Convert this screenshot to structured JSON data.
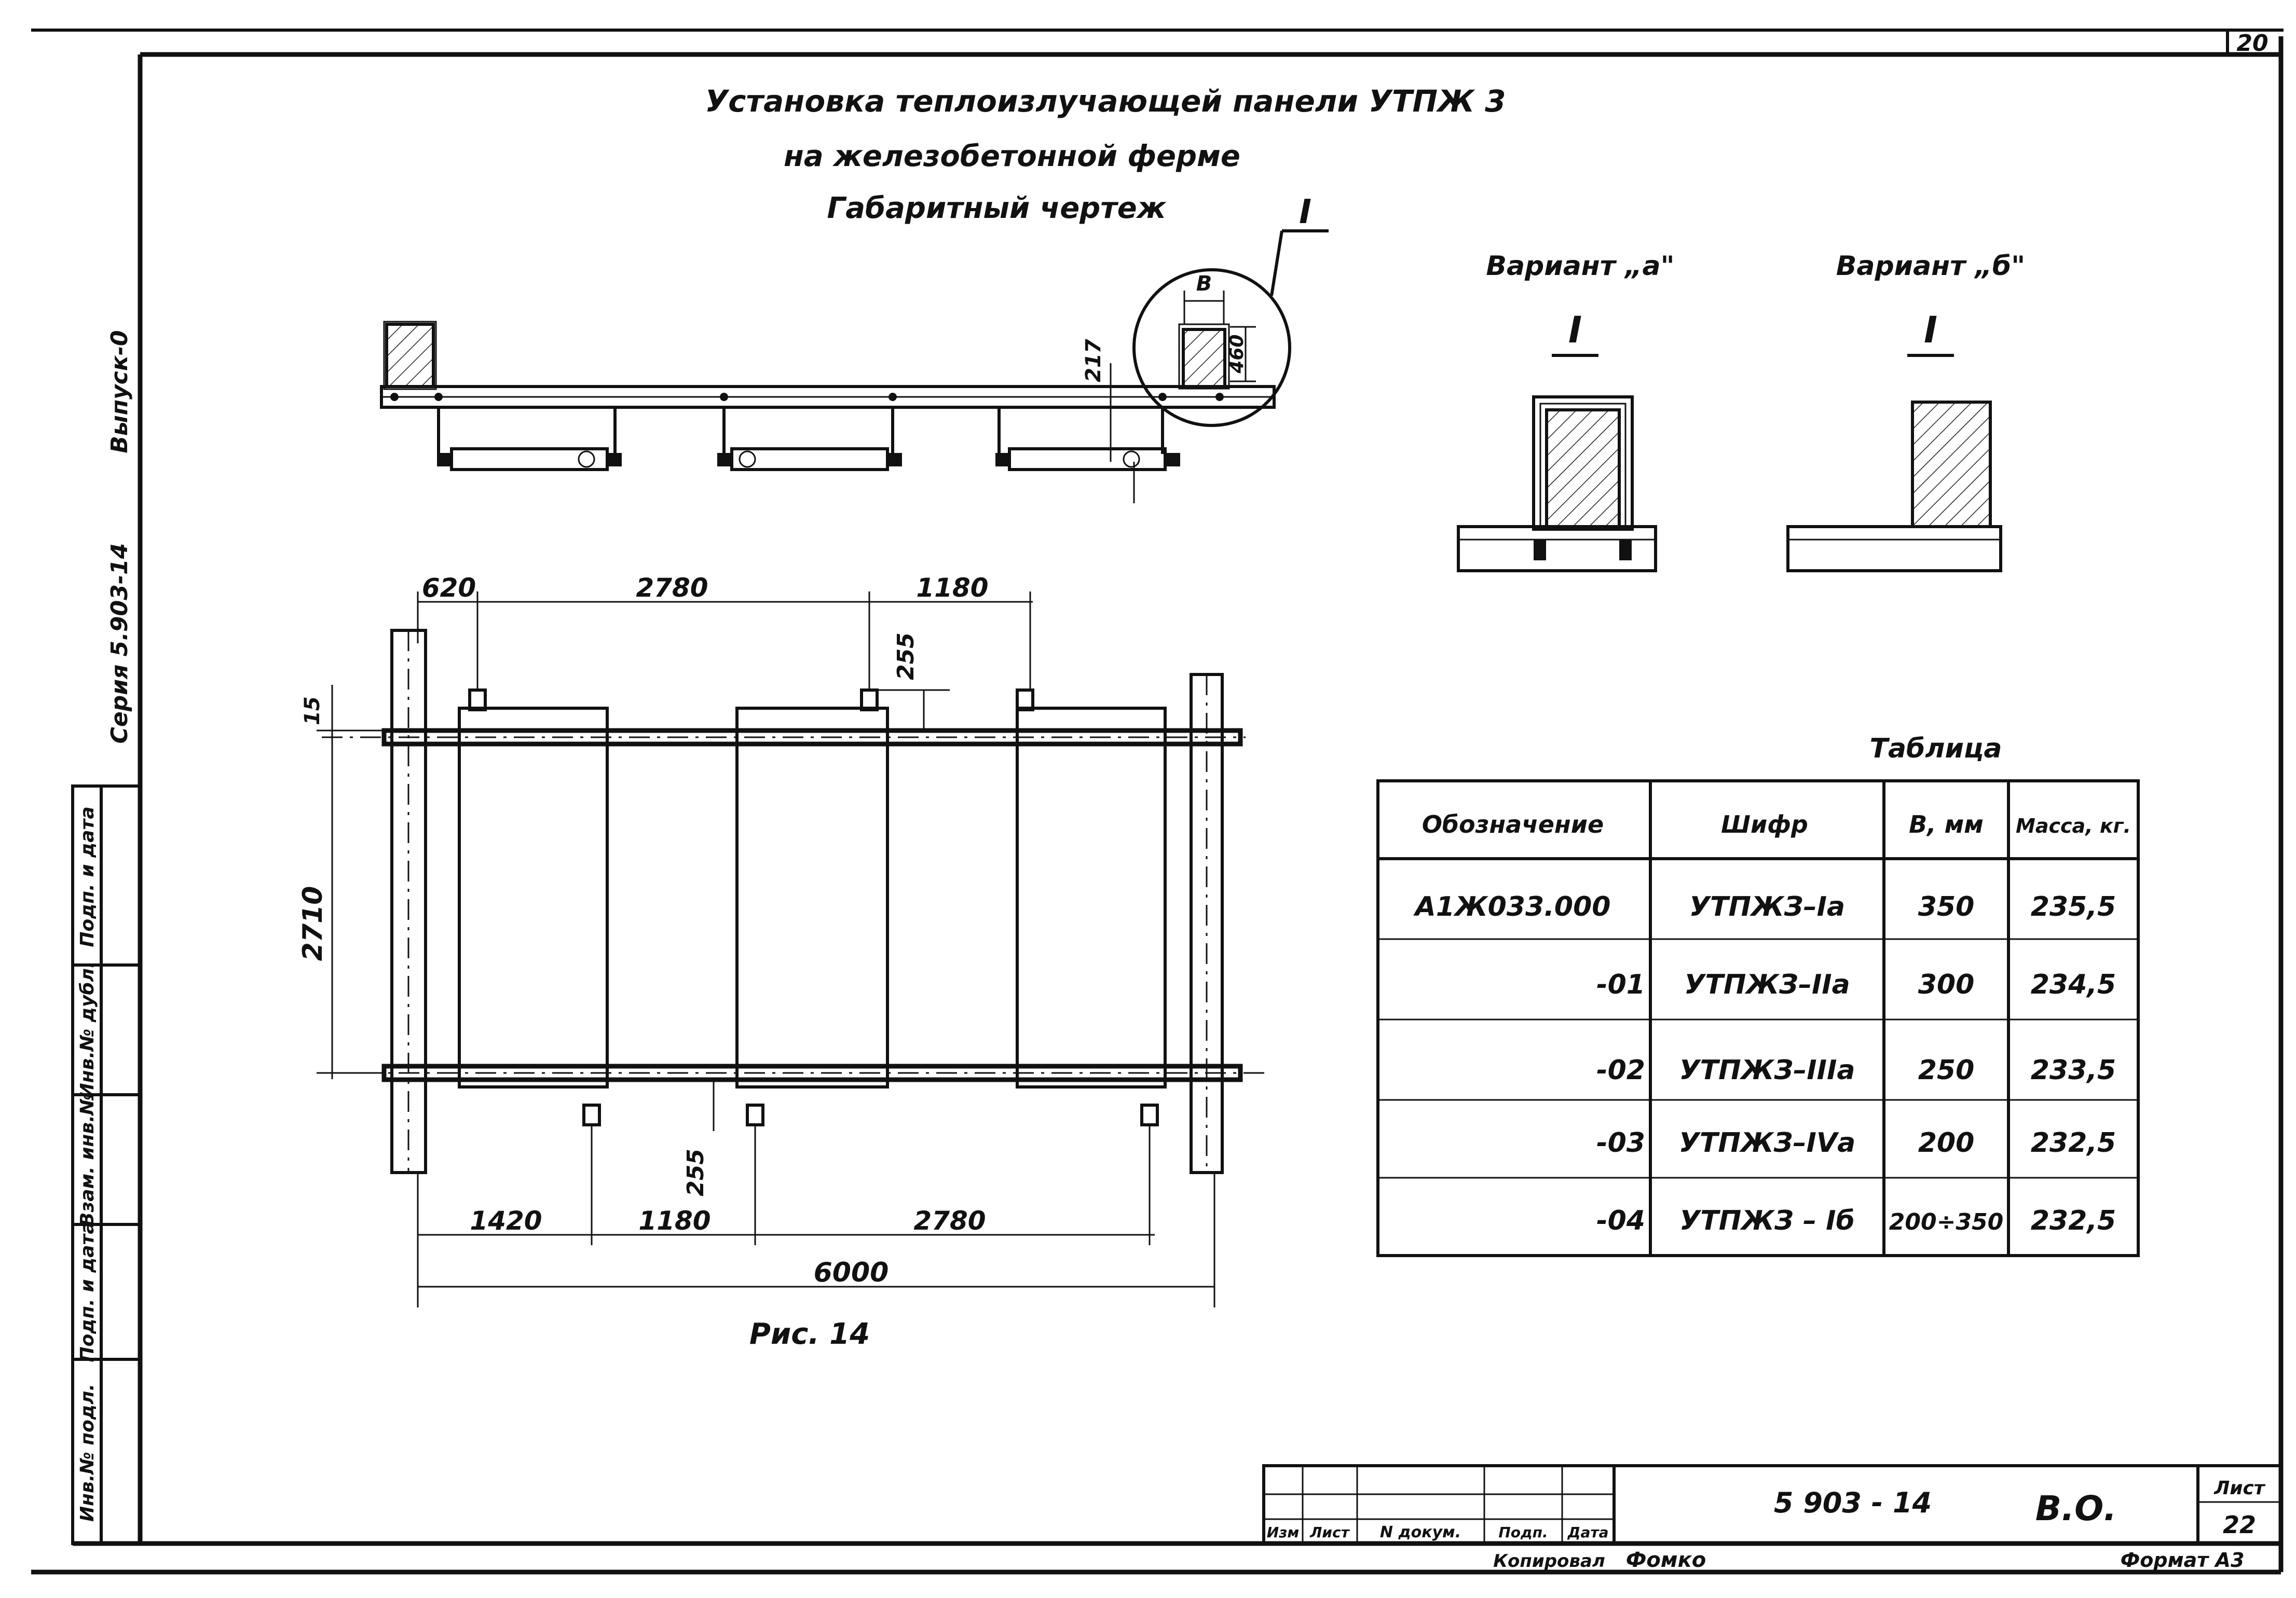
{
  "sheet_number_top": "20",
  "title": {
    "line1": "Установка теплоизлучающей панели УТПЖ 3",
    "line2": "на железобетонной ферме",
    "line3": "Габаритный чертеж"
  },
  "detail_marker": "I",
  "elevation": {
    "label_b": "В",
    "dim_217": "217",
    "dim_460": "460"
  },
  "variants": {
    "a": {
      "label": "Вариант „а\"",
      "marker": "I"
    },
    "b": {
      "label": "Вариант „б\"",
      "marker": "I"
    }
  },
  "plan": {
    "top_dims": [
      "620",
      "2780",
      "1180"
    ],
    "dim_255_top": "255",
    "dim_15": "15",
    "dim_2710": "2710",
    "dim_255_bottom": "255",
    "bottom_dims": [
      "1420",
      "1180",
      "2780"
    ],
    "overall": "6000",
    "caption": "Рис. 14"
  },
  "table": {
    "caption": "Таблица",
    "headers": [
      "Обозначение",
      "Шифр",
      "В, мм",
      "Масса, кг."
    ],
    "rows": [
      [
        "А1Ж033.000",
        "УТПЖЗ–Iа",
        "350",
        "235,5"
      ],
      [
        "-01",
        "УТПЖЗ–IIа",
        "300",
        "234,5"
      ],
      [
        "-02",
        "УТПЖЗ–IIIа",
        "250",
        "233,5"
      ],
      [
        "-03",
        "УТПЖЗ–IVа",
        "200",
        "232,5"
      ],
      [
        "-04",
        "УТПЖЗ – Iб",
        "200÷350",
        "232,5"
      ]
    ]
  },
  "side_stamp": {
    "vypusk": "Выпуск-0",
    "seriya": "Серия 5.903-14",
    "fields": [
      "Подп. и дата",
      "Инв.№ дубл.",
      "Взам. инв.№",
      "Подп. и дата",
      "Инв.№ подл."
    ]
  },
  "title_block": {
    "headers": [
      "Изм",
      "Лист",
      "N докум.",
      "Подп.",
      "Дата"
    ],
    "code": "5 903 - 14",
    "stage": "В.О.",
    "sheet_label": "Лист",
    "sheet_value": "22",
    "copied": "Копировал",
    "copied_sign": "Фомко",
    "format": "Формат А3"
  }
}
